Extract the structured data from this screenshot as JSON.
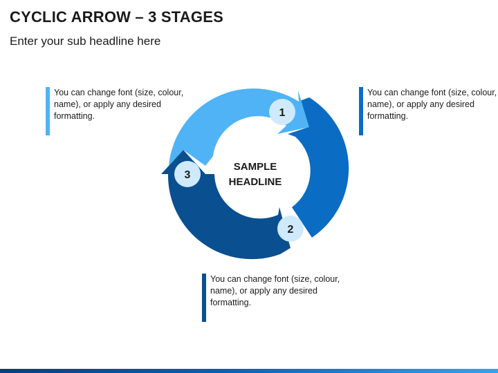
{
  "slide": {
    "title": "CYCLIC ARROW – 3 STAGES",
    "subtitle": "Enter your sub headline here"
  },
  "center": {
    "line1": "SAMPLE",
    "line2": "HEADLINE"
  },
  "stages": [
    {
      "number": "1",
      "color": "#0a6cc2"
    },
    {
      "number": "2",
      "color": "#0a4f90"
    },
    {
      "number": "3",
      "color": "#4fb3f6"
    }
  ],
  "notes": [
    {
      "text": "You can change font (size, colour, name), or apply any desired formatting.",
      "bar_color": "#4fb3f6"
    },
    {
      "text": "You can change font (size, colour, name), or apply any desired formatting.",
      "bar_color": "#0a6cc2"
    },
    {
      "text": "You can change font (size, colour, name), or apply any desired formatting.",
      "bar_color": "#0a4f90"
    }
  ],
  "colors": {
    "badge_fill": "#cfeafd",
    "text_dark": "#1a1a1a"
  }
}
